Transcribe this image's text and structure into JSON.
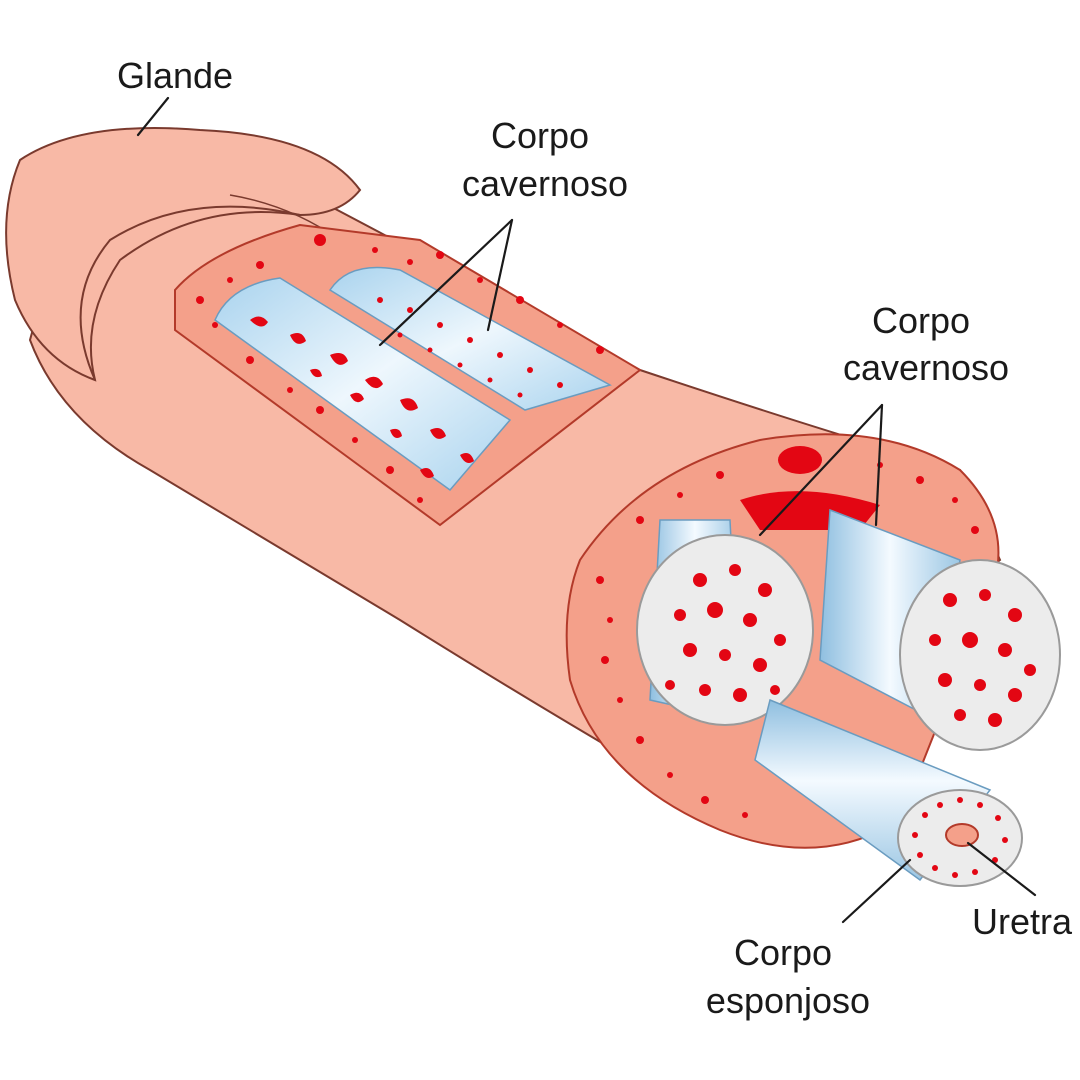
{
  "labels": {
    "glande": "Glande",
    "corpo_cavernoso_top": [
      "Corpo",
      "cavernoso"
    ],
    "corpo_cavernoso_right": [
      "Corpo",
      "cavernoso"
    ],
    "uretra": "Uretra",
    "corpo_esponjoso": [
      "Corpo",
      "esponjoso"
    ]
  },
  "colors": {
    "skin": "#f8b9a6",
    "skin_outline": "#7a3a2e",
    "tissue": "#f4a08a",
    "blood": "#e30613",
    "cylinder": "#bfe0f2",
    "cross_section": "#ececec"
  }
}
